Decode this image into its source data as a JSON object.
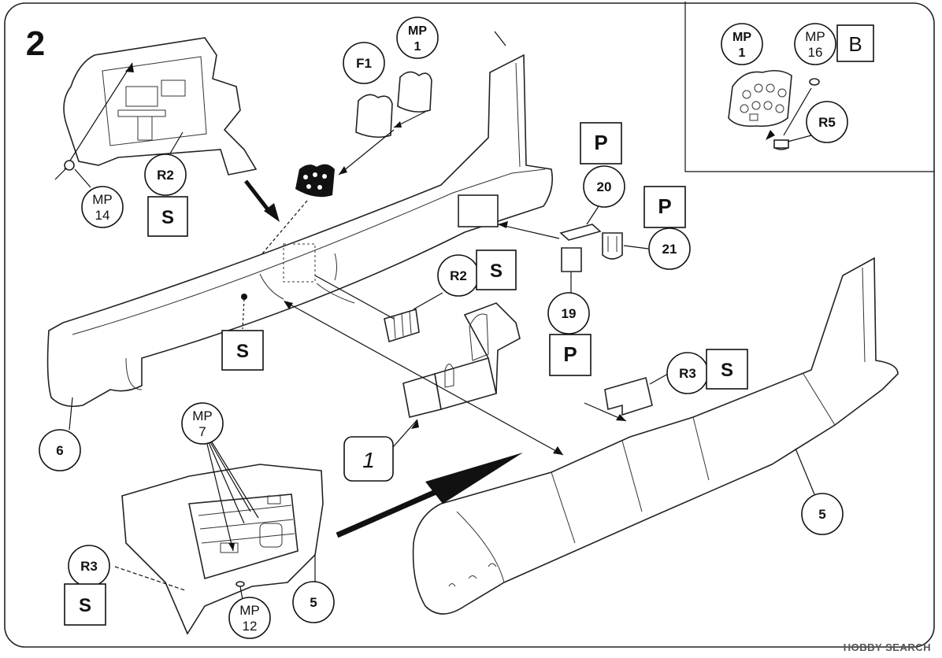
{
  "step": {
    "number": "2"
  },
  "callouts": {
    "mp14": {
      "l1": "MP",
      "l2": "14"
    },
    "r2_top": {
      "text": "R2"
    },
    "s_top": {
      "text": "S"
    },
    "f1": {
      "text": "F1"
    },
    "mp1_top": {
      "l1": "MP",
      "l2": "1"
    },
    "p20_box": {
      "text": "P"
    },
    "n20": {
      "text": "20"
    },
    "p21_box": {
      "text": "P"
    },
    "n21": {
      "text": "21"
    },
    "r2_mid": {
      "text": "R2"
    },
    "s_mid": {
      "text": "S"
    },
    "s_left": {
      "text": "S"
    },
    "n19": {
      "text": "19"
    },
    "p19_box": {
      "text": "P"
    },
    "r3_right": {
      "text": "R3"
    },
    "s_right": {
      "text": "S"
    },
    "n6": {
      "text": "6"
    },
    "mp7": {
      "l1": "MP",
      "l2": "7"
    },
    "ref1": {
      "text": "1"
    },
    "n5_right": {
      "text": "5"
    },
    "r3_bottom": {
      "text": "R3"
    },
    "s_bottom": {
      "text": "S"
    },
    "mp12": {
      "l1": "MP",
      "l2": "12"
    },
    "n5_bottom": {
      "text": "5"
    }
  },
  "inset": {
    "mp1": {
      "l1": "MP",
      "l2": "1"
    },
    "mp16": {
      "l1": "MP",
      "l2": "16"
    },
    "b_box": {
      "text": "B"
    },
    "r5": {
      "text": "R5"
    }
  },
  "watermark": {
    "text": "HOBBY SEARCH"
  }
}
